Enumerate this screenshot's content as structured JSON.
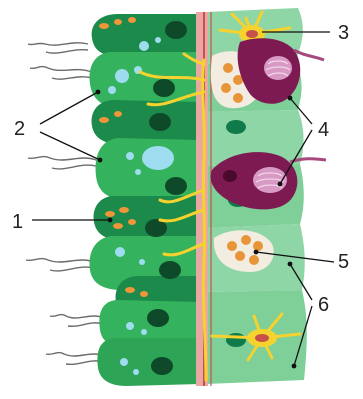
{
  "labels": {
    "n1": "1",
    "n2": "2",
    "n3": "3",
    "n4": "4",
    "n5": "5",
    "n6": "6"
  },
  "colors": {
    "cell_dark_green": "#1c8a4a",
    "cell_mid_green": "#34b25e",
    "cell_light_green": "#8fd6a6",
    "vacuole_blue": "#9edcf0",
    "granule_orange": "#f0963a",
    "nucleus_dark": "#0e4a2a",
    "nerve_yellow": "#f5d22e",
    "goblet_purple": "#7d1a52",
    "goblet_pink": "#d89ac4",
    "membrane_pink": "#e9a7a4",
    "vessel_red": "#c8504a"
  },
  "icons": [
    "cilia-line-icon",
    "cell-nucleus-icon",
    "nerve-cell-icon",
    "goblet-cell-icon",
    "granule-cell-icon"
  ]
}
